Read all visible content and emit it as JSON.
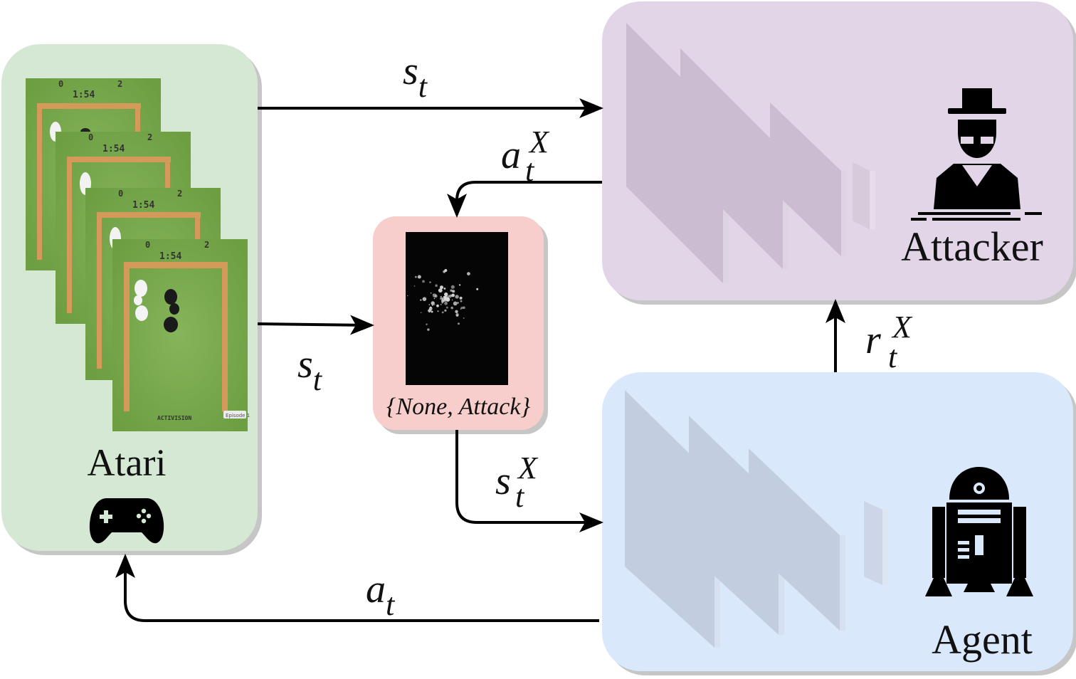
{
  "nodes": {
    "atari": {
      "label": "Atari",
      "icon": "gamepad-icon",
      "color": "#d5e8d4"
    },
    "attacker": {
      "label": "Attacker",
      "icon": "spy-icon",
      "color": "#e1d5e7"
    },
    "agent": {
      "label": "Agent",
      "icon": "robot-icon",
      "color": "#dae8fc"
    },
    "mask": {
      "label": "{None, Attack}",
      "color": "#f8cecc"
    }
  },
  "game_frames": [
    {
      "score_left": "0",
      "score_right": "2",
      "timer": "1:54"
    },
    {
      "score_left": "0",
      "score_right": "2",
      "timer": "1:54"
    },
    {
      "score_left": "0",
      "score_right": "2",
      "timer": "1:54"
    },
    {
      "score_left": "0",
      "score_right": "2",
      "timer": "1:54",
      "brand": "ACTIVISION",
      "badge": "Episode 1"
    }
  ],
  "edges": {
    "state_to_attacker": {
      "base": "s",
      "sub": "t",
      "sup": ""
    },
    "attack_action": {
      "base": "a",
      "sub": "t",
      "sup": "X"
    },
    "state_to_mask": {
      "base": "s",
      "sub": "t",
      "sup": ""
    },
    "perturbed_state": {
      "base": "s",
      "sub": "t",
      "sup": "X"
    },
    "attacker_reward": {
      "base": "r",
      "sub": "t",
      "sup": "X"
    },
    "agent_action": {
      "base": "a",
      "sub": "t",
      "sup": ""
    }
  }
}
